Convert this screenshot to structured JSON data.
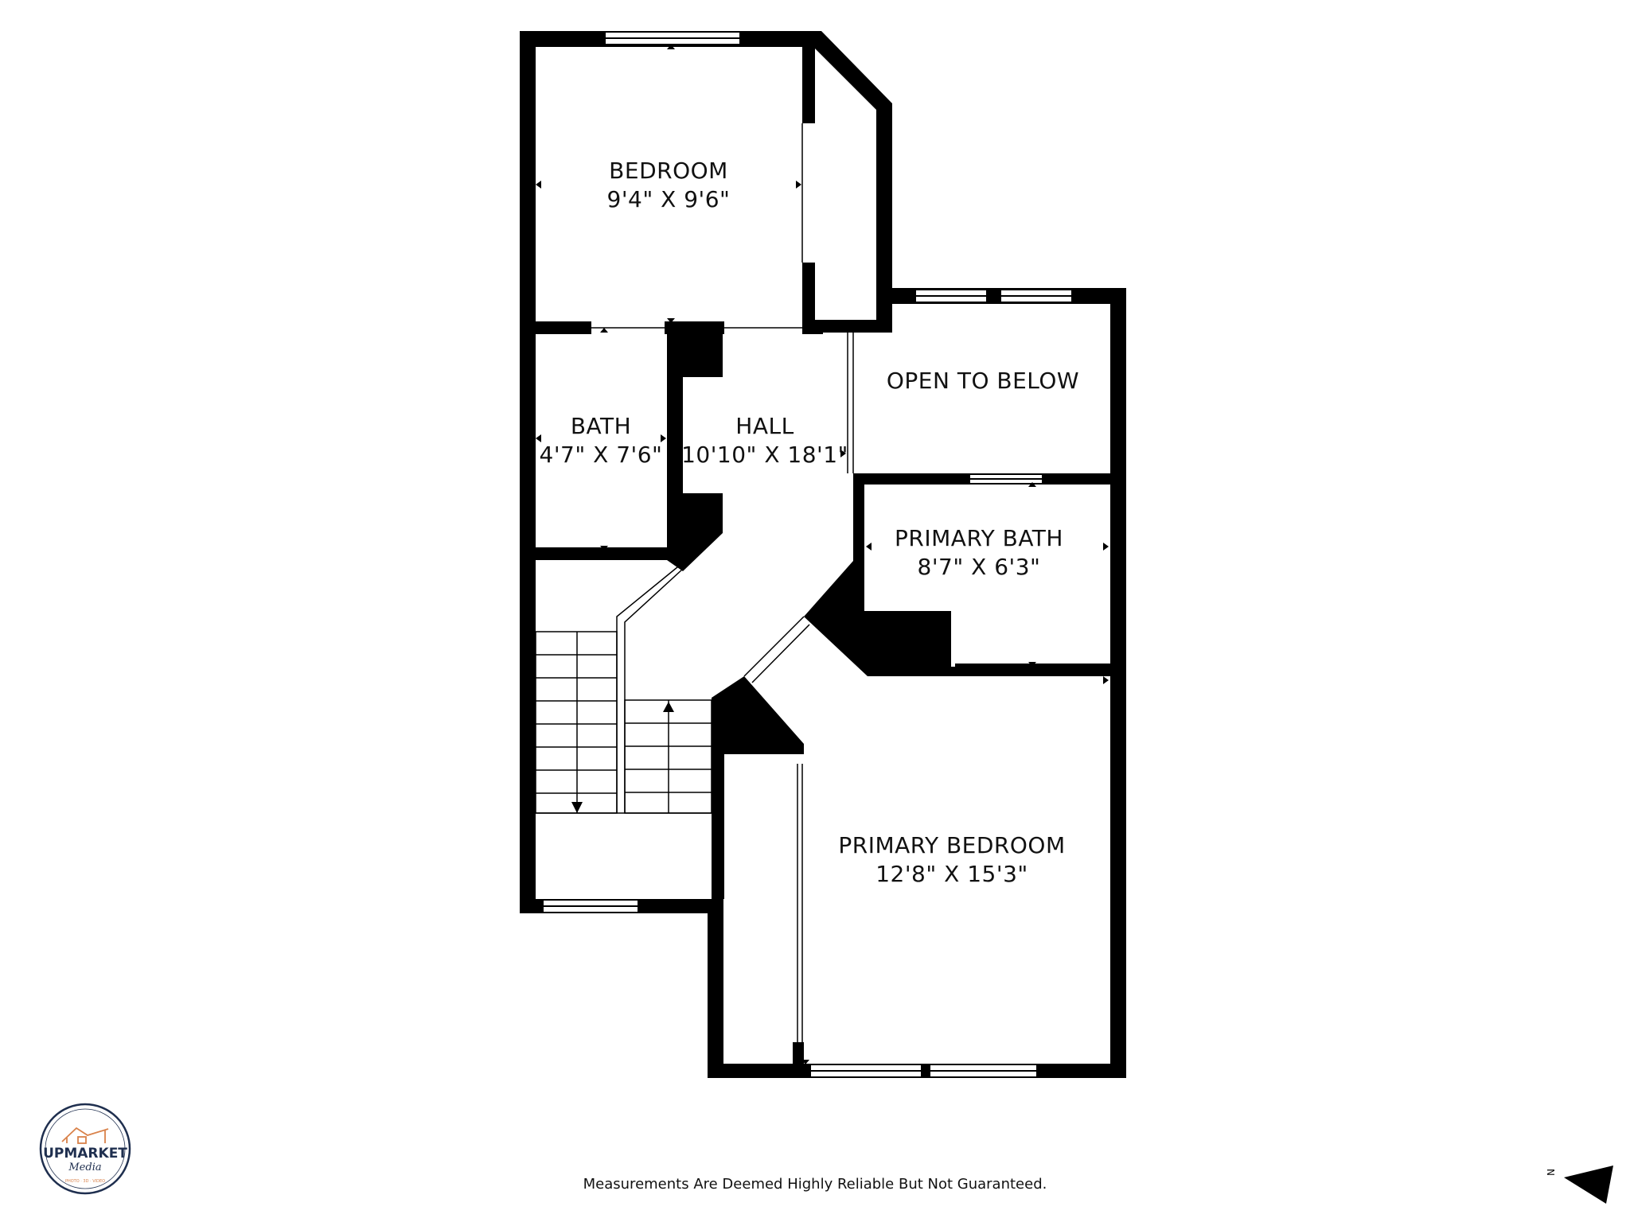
{
  "rooms": {
    "bedroom": {
      "name": "BEDROOM",
      "size": "9'4\" X 9'6\""
    },
    "bath": {
      "name": "BATH",
      "size": "4'7\" X 7'6\""
    },
    "hall": {
      "name": "HALL",
      "size": "10'10\" X 18'1\""
    },
    "open_below": {
      "name": "OPEN TO BELOW"
    },
    "primary_bath": {
      "name": "PRIMARY BATH",
      "size": "8'7\" X 6'3\""
    },
    "primary_bedroom": {
      "name": "PRIMARY BEDROOM",
      "size": "12'8\" X 15'3\""
    }
  },
  "disclaimer": "Measurements Are Deemed Highly Reliable But Not Guaranteed.",
  "logo": {
    "brand": "UPMARKET",
    "sub": "Media",
    "tagline": "PHOTO · 3D · VIDEO",
    "accent": "#d9824a",
    "navy": "#1f2f4f"
  },
  "compass": {
    "label": "N",
    "icon": "north-arrow-icon"
  },
  "colors": {
    "wall": "#000000",
    "window": "#ffffff",
    "background": "#ffffff"
  }
}
